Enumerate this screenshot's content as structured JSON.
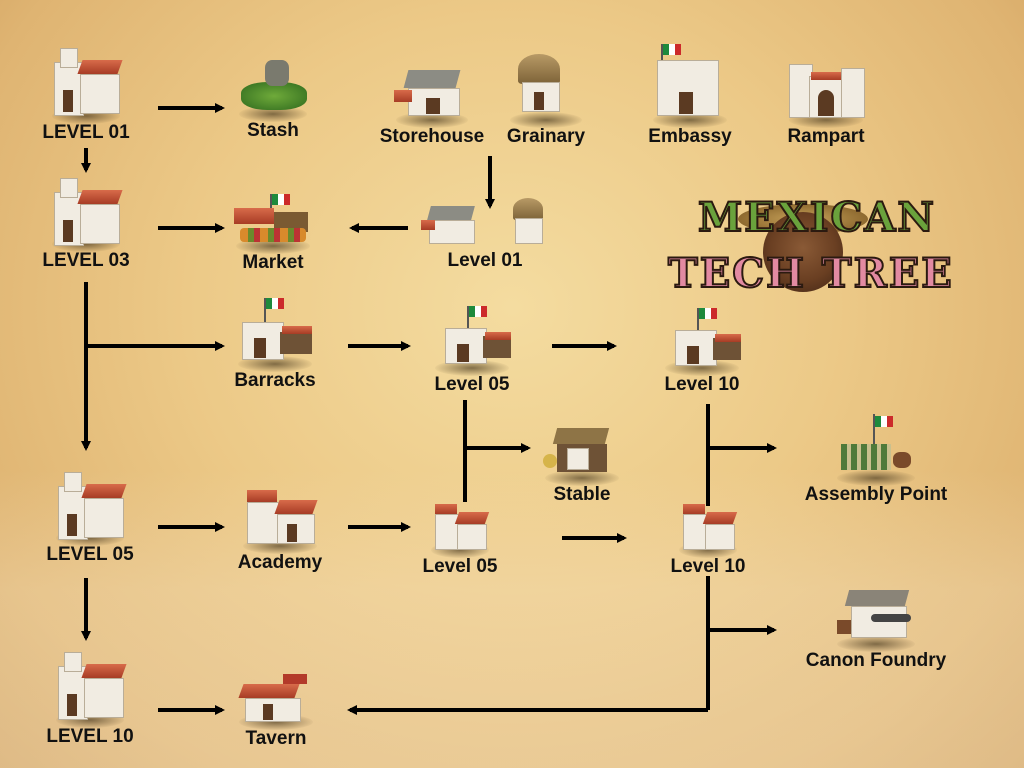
{
  "title": {
    "line1": "MEXICAN",
    "line2": "TECH TREE"
  },
  "colors": {
    "background": "#ecc987",
    "arrow": "#000000",
    "roof": "#c4553a",
    "wall": "#f1ece2",
    "flag_green": "#1e8a3c",
    "flag_red": "#cc2a2a"
  },
  "town_hall": [
    {
      "label": "LEVEL 01"
    },
    {
      "label": "LEVEL 03"
    },
    {
      "label": "LEVEL 05"
    },
    {
      "label": "LEVEL 10"
    }
  ],
  "row1": {
    "stash": "Stash",
    "storehouse": "Storehouse",
    "grainary": "Grainary",
    "embassy": "Embassy",
    "rampart": "Rampart"
  },
  "row2": {
    "market": "Market",
    "storage_level": "Level 01"
  },
  "barracks": {
    "base": "Barracks",
    "level5": "Level 05",
    "level10": "Level 10"
  },
  "academy": {
    "base": "Academy",
    "level5": "Level 05",
    "level10": "Level 10"
  },
  "others": {
    "stable": "Stable",
    "assembly": "Assembly Point",
    "foundry": "Canon Foundry",
    "tavern": "Tavern"
  }
}
